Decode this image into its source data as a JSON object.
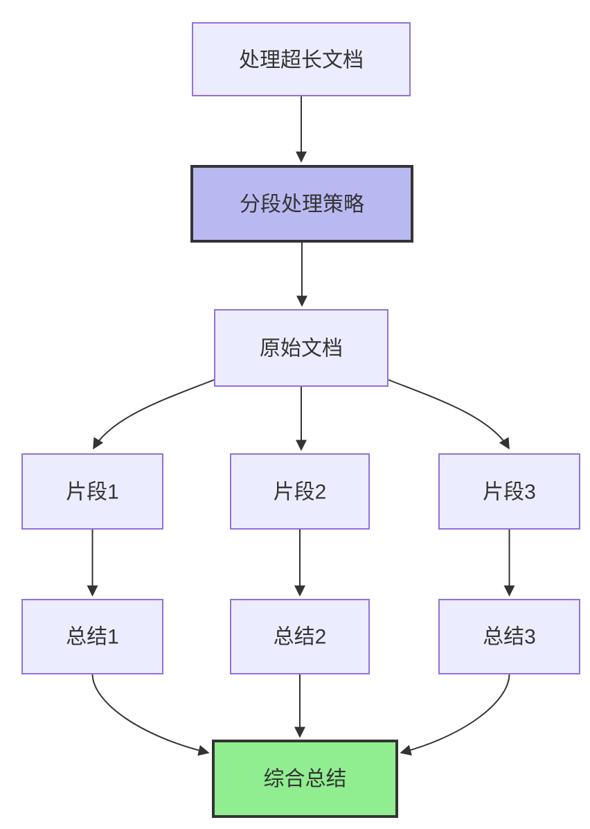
{
  "diagram": {
    "type": "flowchart",
    "direction": "top-down",
    "nodes": {
      "process_doc": {
        "label": "处理超长文档"
      },
      "strategy": {
        "label": "分段处理策略"
      },
      "original_doc": {
        "label": "原始文档"
      },
      "fragment1": {
        "label": "片段1"
      },
      "fragment2": {
        "label": "片段2"
      },
      "fragment3": {
        "label": "片段3"
      },
      "summary1": {
        "label": "总结1"
      },
      "summary2": {
        "label": "总结2"
      },
      "summary3": {
        "label": "总结3"
      },
      "final_summary": {
        "label": "综合总结"
      }
    },
    "edges": [
      {
        "from": "处理超长文档",
        "to": "分段处理策略"
      },
      {
        "from": "分段处理策略",
        "to": "原始文档"
      },
      {
        "from": "原始文档",
        "to": "片段1"
      },
      {
        "from": "原始文档",
        "to": "片段2"
      },
      {
        "from": "原始文档",
        "to": "片段3"
      },
      {
        "from": "片段1",
        "to": "总结1"
      },
      {
        "from": "片段2",
        "to": "总结2"
      },
      {
        "from": "片段3",
        "to": "总结3"
      },
      {
        "from": "总结1",
        "to": "综合总结"
      },
      {
        "from": "总结2",
        "to": "综合总结"
      },
      {
        "from": "总结3",
        "to": "综合总结"
      }
    ],
    "colors": {
      "node_fill": "#ECECFF",
      "node_border": "#9370DB",
      "emphasis_fill": "#B9B9F2",
      "emphasis_border": "#333333",
      "result_fill": "#90EE90",
      "result_border": "#333333",
      "edge": "#333333",
      "text": "#333333",
      "background": "#FFFFFF"
    }
  }
}
